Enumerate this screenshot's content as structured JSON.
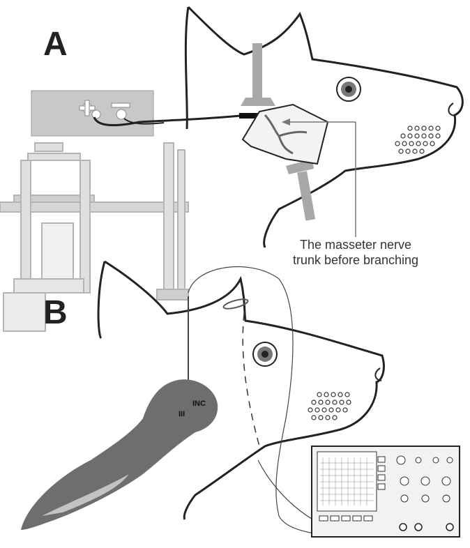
{
  "panels": {
    "a": {
      "letter": "A"
    },
    "b": {
      "letter": "B"
    }
  },
  "annotations": {
    "masseter_line1": "The masseter nerve",
    "masseter_line2": "trunk before branching",
    "inc": "INC",
    "iii": "III"
  },
  "colors": {
    "outline": "#222222",
    "electrode_gray": "#a8a8a8",
    "box_gray": "#c8c8c8",
    "brain_gray": "#6e6e6e",
    "scope_bg": "#f2f2f2"
  }
}
